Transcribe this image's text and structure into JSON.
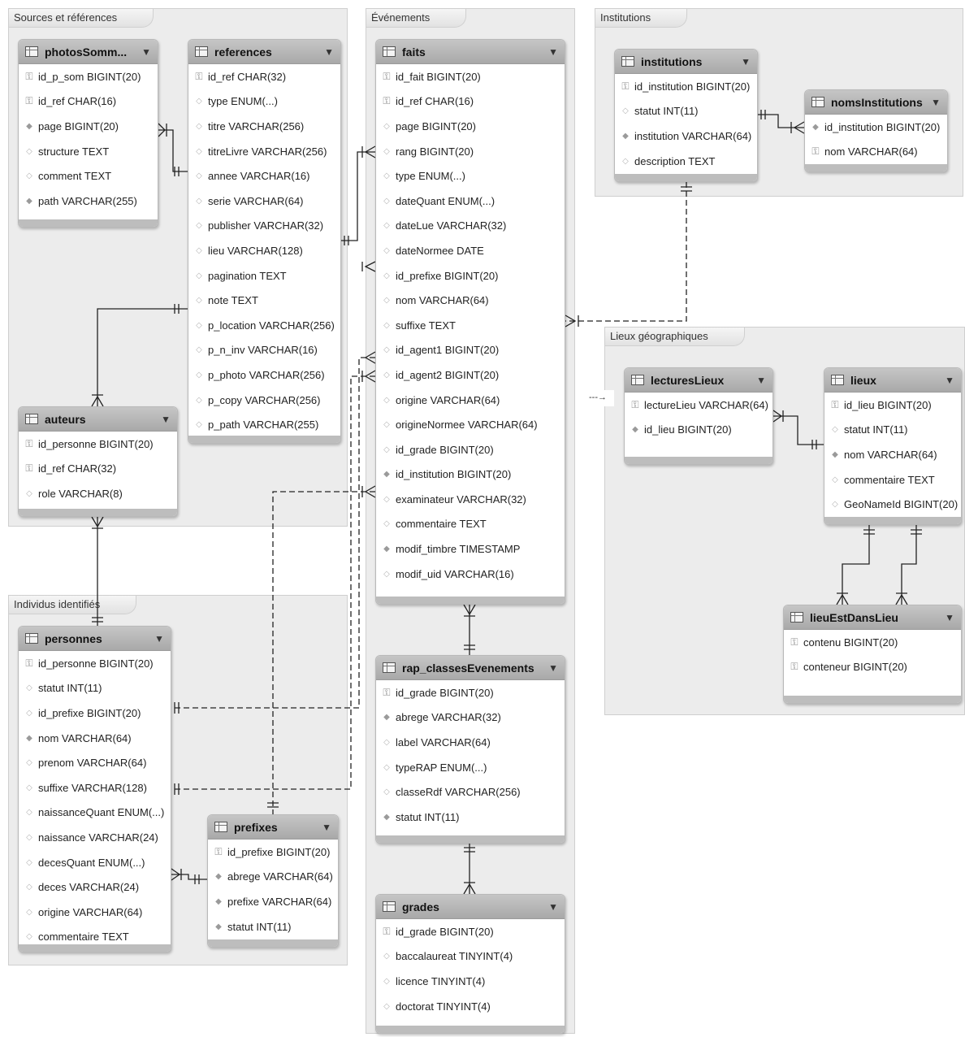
{
  "groups": {
    "sources": "Sources et références",
    "evenements": "Événements",
    "institutions": "Institutions",
    "lieux": "Lieux géographiques",
    "individus": "Individus identifiés"
  },
  "tables": {
    "photosSommaires": {
      "name": "photosSomm...",
      "columns": [
        "id_p_som BIGINT(20)",
        "id_ref CHAR(16)",
        "page BIGINT(20)",
        "structure TEXT",
        "comment TEXT",
        "path VARCHAR(255)"
      ],
      "keys": [
        "pk",
        "pk",
        "fk",
        "col",
        "col",
        "fk"
      ]
    },
    "references": {
      "name": "references",
      "columns": [
        "id_ref CHAR(32)",
        "type ENUM(...)",
        "titre VARCHAR(256)",
        "titreLivre VARCHAR(256)",
        "annee VARCHAR(16)",
        "serie VARCHAR(64)",
        "publisher VARCHAR(32)",
        "lieu VARCHAR(128)",
        "pagination TEXT",
        "note TEXT",
        "p_location VARCHAR(256)",
        "p_n_inv VARCHAR(16)",
        "p_photo VARCHAR(256)",
        "p_copy VARCHAR(256)",
        "p_path VARCHAR(255)"
      ],
      "keys": [
        "pk",
        "col",
        "col",
        "col",
        "col",
        "col",
        "col",
        "col",
        "col",
        "col",
        "col",
        "col",
        "col",
        "col",
        "col"
      ]
    },
    "auteurs": {
      "name": "auteurs",
      "columns": [
        "id_personne BIGINT(20)",
        "id_ref CHAR(32)",
        "role VARCHAR(8)"
      ],
      "keys": [
        "pk",
        "pk",
        "col"
      ]
    },
    "faits": {
      "name": "faits",
      "columns": [
        "id_fait BIGINT(20)",
        "id_ref CHAR(16)",
        "page BIGINT(20)",
        "rang BIGINT(20)",
        "type ENUM(...)",
        "dateQuant ENUM(...)",
        "dateLue VARCHAR(32)",
        "dateNormee DATE",
        "id_prefixe BIGINT(20)",
        "nom VARCHAR(64)",
        "suffixe TEXT",
        "id_agent1 BIGINT(20)",
        "id_agent2 BIGINT(20)",
        "origine VARCHAR(64)",
        "origineNormee VARCHAR(64)",
        "id_grade BIGINT(20)",
        "id_institution BIGINT(20)",
        "examinateur VARCHAR(32)",
        "commentaire TEXT",
        "modif_timbre TIMESTAMP",
        "modif_uid VARCHAR(16)"
      ],
      "keys": [
        "pk",
        "pk",
        "col",
        "col",
        "col",
        "col",
        "col",
        "col",
        "col",
        "col",
        "col",
        "col",
        "col",
        "col",
        "col",
        "col",
        "fk",
        "col",
        "col",
        "fk",
        "col"
      ]
    },
    "rapClasses": {
      "name": "rap_classesEvenements",
      "columns": [
        "id_grade BIGINT(20)",
        "abrege VARCHAR(32)",
        "label VARCHAR(64)",
        "typeRAP ENUM(...)",
        "classeRdf VARCHAR(256)",
        "statut INT(11)"
      ],
      "keys": [
        "pk",
        "fk",
        "col",
        "col",
        "col",
        "fk"
      ]
    },
    "grades": {
      "name": "grades",
      "columns": [
        "id_grade BIGINT(20)",
        "baccalaureat TINYINT(4)",
        "licence TINYINT(4)",
        "doctorat TINYINT(4)"
      ],
      "keys": [
        "pk",
        "col",
        "col",
        "col"
      ]
    },
    "institutions": {
      "name": "institutions",
      "columns": [
        "id_institution BIGINT(20)",
        "statut INT(11)",
        "institution VARCHAR(64)",
        "description TEXT"
      ],
      "keys": [
        "pk",
        "col",
        "fk",
        "col"
      ]
    },
    "nomsInstitutions": {
      "name": "nomsInstitutions",
      "columns": [
        "id_institution BIGINT(20)",
        "nom VARCHAR(64)"
      ],
      "keys": [
        "fkpk",
        "pk"
      ]
    },
    "lecturesLieux": {
      "name": "lecturesLieux",
      "columns": [
        "lectureLieu VARCHAR(64)",
        "id_lieu BIGINT(20)"
      ],
      "keys": [
        "pk",
        "fkpk"
      ]
    },
    "lieux": {
      "name": "lieux",
      "columns": [
        "id_lieu BIGINT(20)",
        "statut INT(11)",
        "nom VARCHAR(64)",
        "commentaire TEXT",
        "GeoNameId BIGINT(20)"
      ],
      "keys": [
        "pk",
        "col",
        "fk",
        "col",
        "col"
      ]
    },
    "lieuEstDansLieu": {
      "name": "lieuEstDansLieu",
      "columns": [
        "contenu BIGINT(20)",
        "conteneur BIGINT(20)"
      ],
      "keys": [
        "pk",
        "pk"
      ]
    },
    "personnes": {
      "name": "personnes",
      "columns": [
        "id_personne BIGINT(20)",
        "statut INT(11)",
        "id_prefixe BIGINT(20)",
        "nom VARCHAR(64)",
        "prenom VARCHAR(64)",
        "suffixe VARCHAR(128)",
        "naissanceQuant ENUM(...)",
        "naissance VARCHAR(24)",
        "decesQuant ENUM(...)",
        "deces VARCHAR(24)",
        "origine VARCHAR(64)",
        "commentaire TEXT"
      ],
      "keys": [
        "pk",
        "col",
        "col",
        "fk",
        "col",
        "col",
        "col",
        "col",
        "col",
        "col",
        "col",
        "col"
      ]
    },
    "prefixes": {
      "name": "prefixes",
      "columns": [
        "id_prefixe BIGINT(20)",
        "abrege VARCHAR(64)",
        "prefixe VARCHAR(64)",
        "statut INT(11)"
      ],
      "keys": [
        "pk",
        "fk",
        "fk",
        "fk"
      ]
    }
  },
  "ellipsis": "---→"
}
